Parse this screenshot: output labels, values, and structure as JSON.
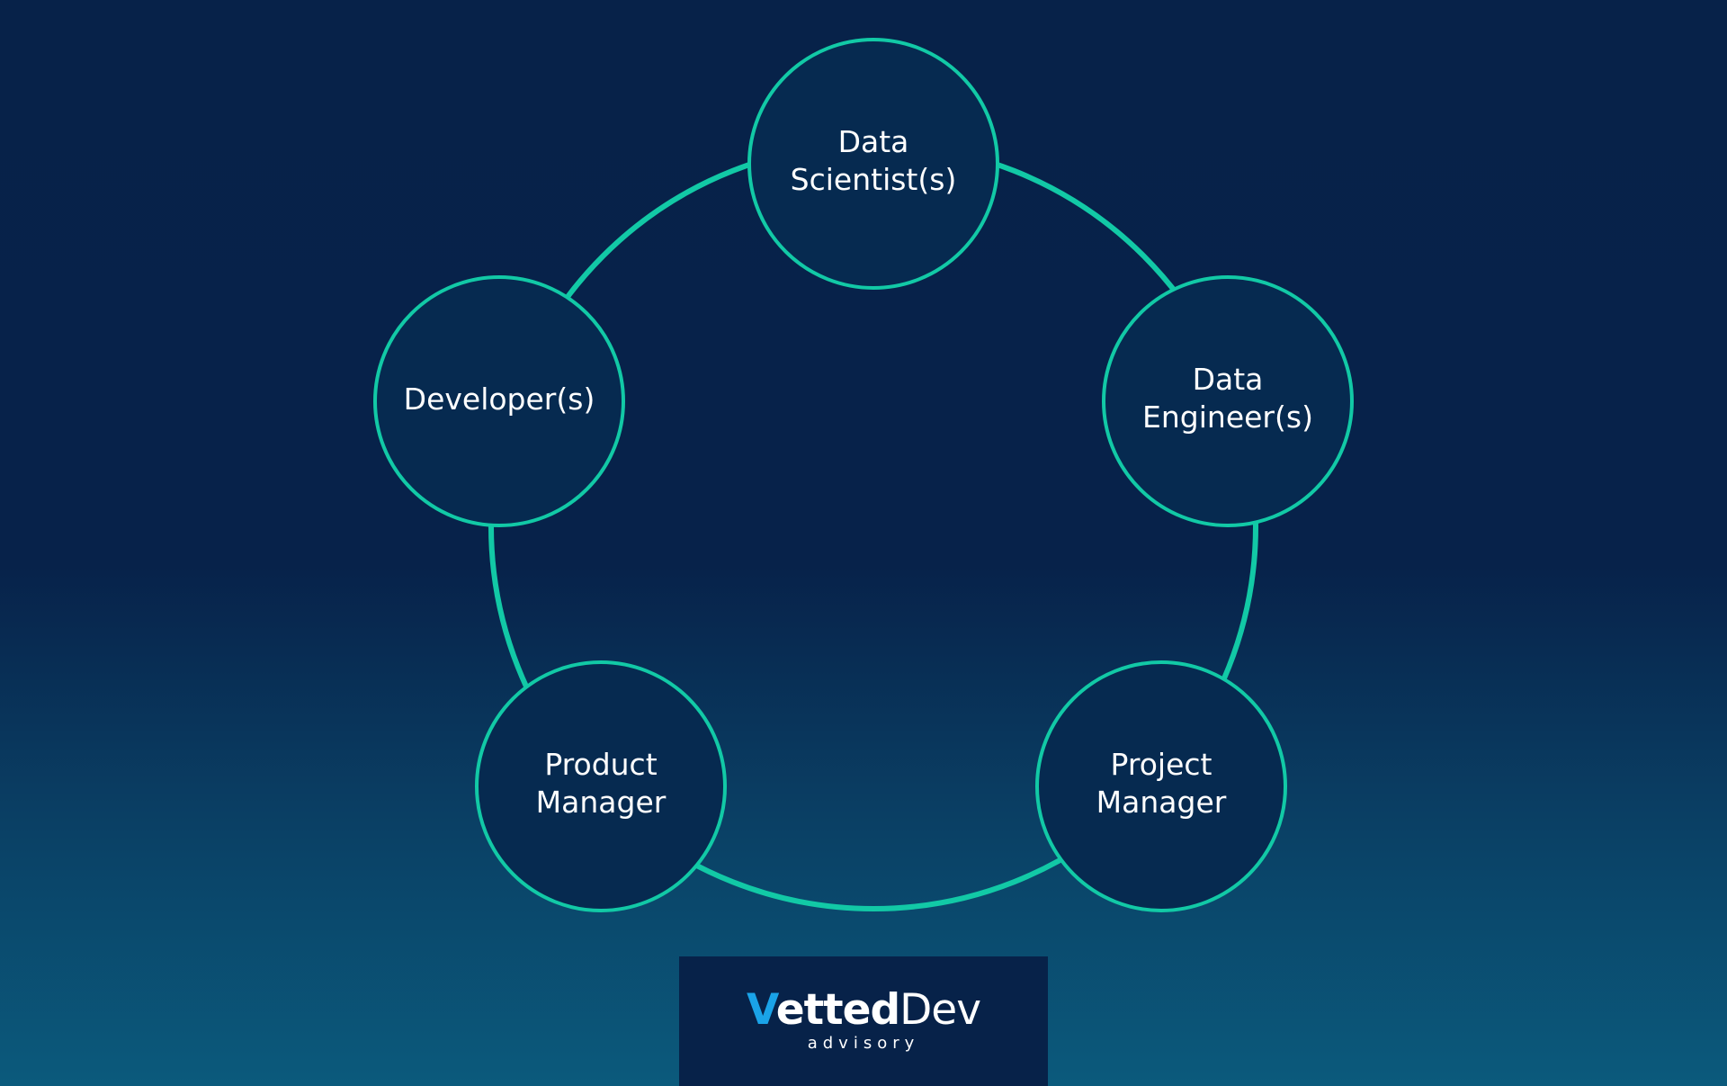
{
  "nodes": [
    {
      "id": "data-scientists",
      "lines": [
        "Data",
        "Scientist(s)"
      ]
    },
    {
      "id": "data-engineers",
      "lines": [
        "Data",
        "Engineer(s)"
      ]
    },
    {
      "id": "project-manager",
      "lines": [
        "Project",
        "Manager"
      ]
    },
    {
      "id": "product-manager",
      "lines": [
        "Product",
        "Manager"
      ]
    },
    {
      "id": "developers",
      "lines": [
        "Developer(s)"
      ]
    }
  ],
  "colors": {
    "ring": "#12c9a6",
    "node_fill": "#062a50",
    "accent": "#1aa3e8"
  },
  "logo": {
    "brand_v": "V",
    "brand_etted": "etted",
    "brand_dev": "Dev",
    "tagline": "advisory"
  }
}
